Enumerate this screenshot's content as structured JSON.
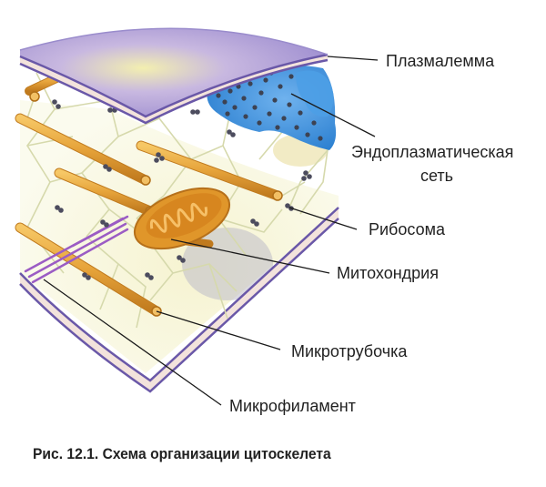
{
  "figure": {
    "caption": "Рис. 12.1. Схема организации цитоскелета",
    "labels": {
      "plasmalemma": "Плазмалемма",
      "er_line1": "Эндоплазматическая",
      "er_line2": "сеть",
      "ribosome": "Рибосома",
      "mitochondrion": "Митохондрия",
      "microtubule": "Микротрубочка",
      "microfilament": "Микрофиламент"
    },
    "colors": {
      "membrane_top": "#a79ad6",
      "membrane_edge": "#6a58a8",
      "membrane_inner": "#f3e3dc",
      "er": "#3d8fd8",
      "microtubule": "#e6a53a",
      "mitochondrion": "#e0962a",
      "network": "#d9dbb8",
      "ribosome": "#4c4c5e",
      "microfilament": "#9b5cc4"
    }
  }
}
